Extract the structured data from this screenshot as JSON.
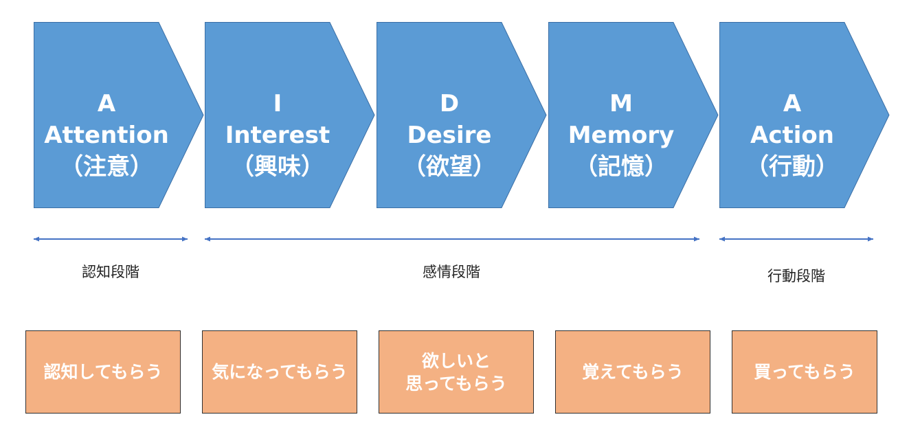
{
  "colors": {
    "chevron_fill": "#5b9bd5",
    "chevron_stroke": "#3a6ea5",
    "arrow": "#4472c4",
    "goal_fill": "#f4b183"
  },
  "steps": [
    {
      "letter": "A",
      "word": "Attention",
      "jp": "（注意）"
    },
    {
      "letter": "I",
      "word": "Interest",
      "jp": "（興味）"
    },
    {
      "letter": "D",
      "word": "Desire",
      "jp": "（欲望）"
    },
    {
      "letter": "M",
      "word": "Memory",
      "jp": "（記憶）"
    },
    {
      "letter": "A",
      "word": "Action",
      "jp": "（行動）"
    }
  ],
  "phases": [
    {
      "label": "認知段階"
    },
    {
      "label": "感情段階"
    },
    {
      "label": "行動段階"
    }
  ],
  "goals": [
    {
      "lines": [
        "認知してもらう"
      ]
    },
    {
      "lines": [
        "気になってもらう"
      ]
    },
    {
      "lines": [
        "欲しいと",
        "思ってもらう"
      ]
    },
    {
      "lines": [
        "覚えてもらう"
      ]
    },
    {
      "lines": [
        "買ってもらう"
      ]
    }
  ]
}
